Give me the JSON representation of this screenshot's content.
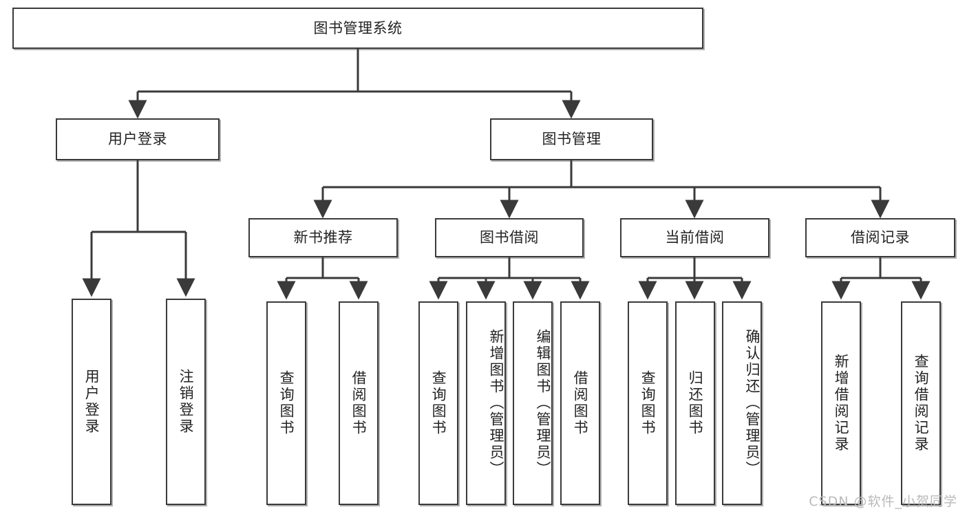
{
  "diagram": {
    "title": "图书管理系统",
    "root": {
      "label": "图书管理系统"
    },
    "level2": [
      {
        "label": "用户登录"
      },
      {
        "label": "图书管理"
      }
    ],
    "level3": [
      {
        "label": "新书推荐"
      },
      {
        "label": "图书借阅"
      },
      {
        "label": "当前借阅"
      },
      {
        "label": "借阅记录"
      }
    ],
    "leaves": {
      "user_login": [
        {
          "label": "用户登录"
        },
        {
          "label": "注销登录"
        }
      ],
      "new_book_recommend": [
        {
          "label": "查询图书"
        },
        {
          "label": "借阅图书"
        }
      ],
      "book_borrow": [
        {
          "label": "查询图书"
        },
        {
          "label": "新增图书（管理员）"
        },
        {
          "label": "编辑图书（管理员）"
        },
        {
          "label": "借阅图书"
        }
      ],
      "current_borrow": [
        {
          "label": "查询图书"
        },
        {
          "label": "归还图书"
        },
        {
          "label": "确认归还（管理员）"
        }
      ],
      "borrow_record": [
        {
          "label": "新增借阅记录"
        },
        {
          "label": "查询借阅记录"
        }
      ]
    }
  },
  "watermark": {
    "text": "CSDN @软件_小贺同学"
  },
  "colors": {
    "border": "#3a3a3a",
    "text": "#232323",
    "background": "#ffffff",
    "watermark": "#b9b9b9"
  }
}
